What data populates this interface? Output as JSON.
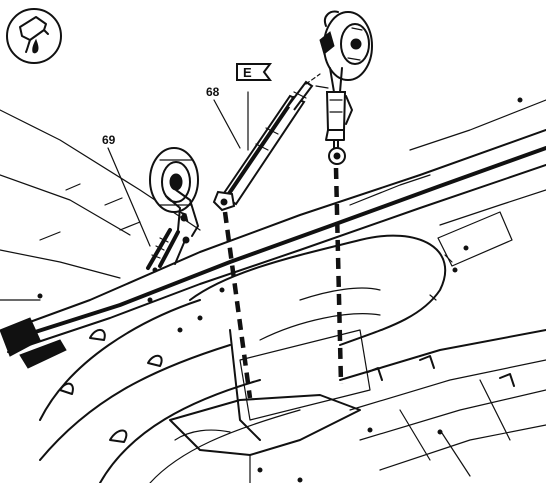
{
  "callouts": {
    "item_68": "68",
    "item_69": "69",
    "flag_letter": "E"
  },
  "icons": {
    "top_left": "oil-can-lubrication-icon"
  },
  "colors": {
    "ink": "#111111",
    "paper": "#ffffff"
  }
}
